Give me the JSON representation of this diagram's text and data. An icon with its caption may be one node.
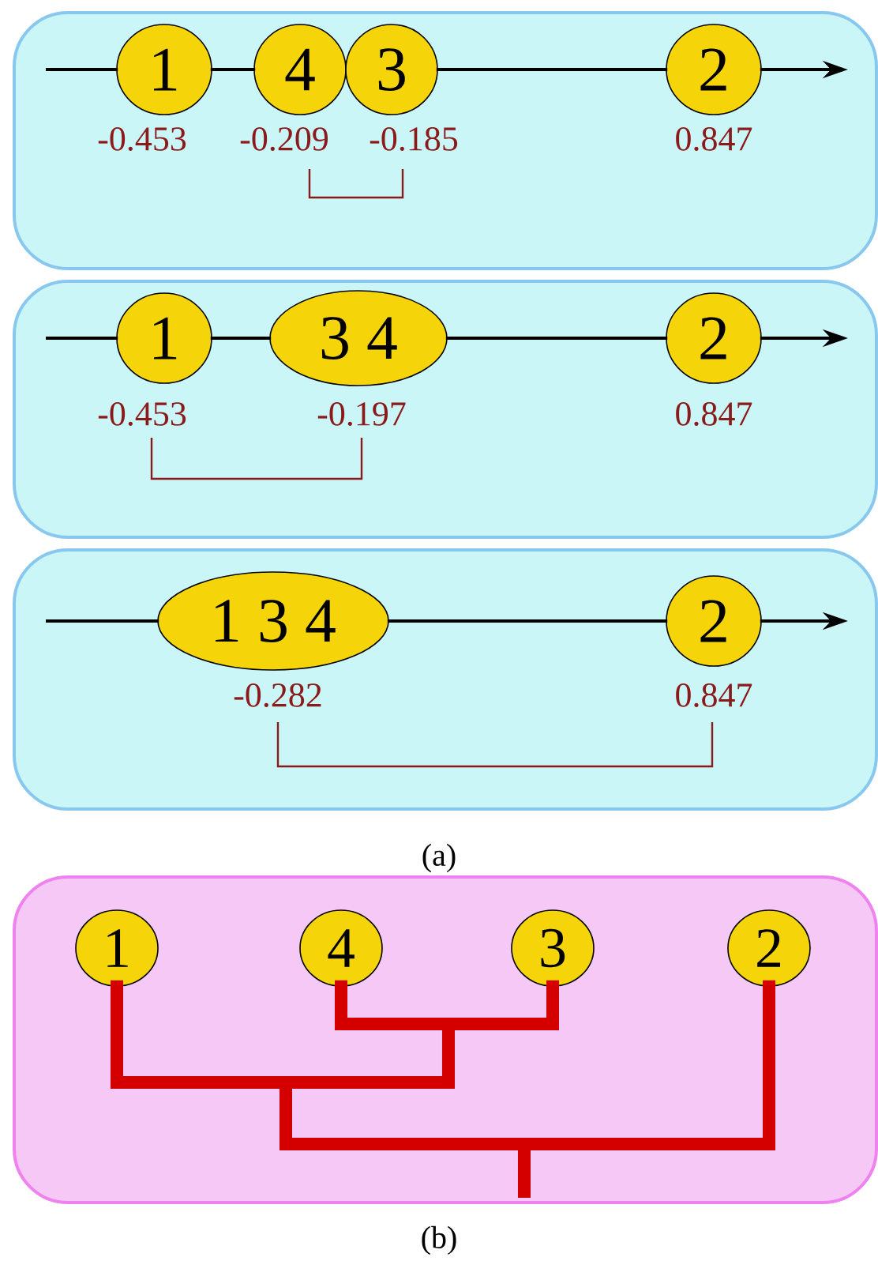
{
  "diagram": {
    "nodes": [
      {
        "text": [],
        "shape": "box"
      },
      {
        "text": [
          "1"
        ],
        "in": 0,
        "beside": [
          "-0.453"
        ]
      },
      {
        "text": [
          "4"
        ],
        "in": 0,
        "beside": [
          "-0.209"
        ]
      },
      {
        "text": [
          "3"
        ],
        "in": 0,
        "beside": [
          "-0.185"
        ]
      },
      {
        "text": [
          "2"
        ],
        "in": 0,
        "beside": [
          "0.847"
        ]
      },
      {
        "text": [],
        "shape": "box"
      },
      {
        "text": [
          "1"
        ],
        "in": 5,
        "beside": [
          "-0.453"
        ]
      },
      {
        "text": [
          "3 4"
        ],
        "in": 5,
        "beside": [
          "-0.197"
        ]
      },
      {
        "text": [
          "2"
        ],
        "in": 5,
        "beside": [
          "0.847"
        ]
      },
      {
        "text": [],
        "shape": "box"
      },
      {
        "text": [
          "1 3 4"
        ],
        "in": 9,
        "beside": [
          "-0.282"
        ]
      },
      {
        "text": [
          "2"
        ],
        "in": 9,
        "beside": [
          "0.847"
        ]
      },
      {
        "text": [],
        "shape": "box"
      },
      {
        "text": [
          "1"
        ],
        "in": 12
      },
      {
        "text": [
          "4"
        ],
        "in": 12
      },
      {
        "text": [
          "3"
        ],
        "in": 12
      },
      {
        "text": [
          "2"
        ],
        "in": 12
      }
    ],
    "edges": [
      {
        "from": null,
        "to": 1,
        "arrow": "none"
      },
      {
        "from": 1,
        "to": 2,
        "arrow": "none"
      },
      {
        "from": 3,
        "to": 4,
        "arrow": "none"
      },
      {
        "from": 4,
        "to": null,
        "arrow": "to"
      },
      {
        "from": null,
        "to": 6,
        "arrow": "none"
      },
      {
        "from": 6,
        "to": 7,
        "arrow": "none"
      },
      {
        "from": 7,
        "to": 8,
        "arrow": "none"
      },
      {
        "from": 8,
        "to": null,
        "arrow": "to"
      },
      {
        "from": null,
        "to": 10,
        "arrow": "none"
      },
      {
        "from": 10,
        "to": 11,
        "arrow": "none"
      },
      {
        "from": 11,
        "to": null,
        "arrow": "to"
      },
      {
        "from": 13,
        "to": null,
        "arrow": "none",
        "style": "thick",
        "color": "#d40000"
      },
      {
        "from": 14,
        "to": null,
        "arrow": "none",
        "style": "thick",
        "color": "#d40000"
      },
      {
        "from": 15,
        "to": null,
        "arrow": "none",
        "style": "thick",
        "color": "#d40000"
      },
      {
        "from": 16,
        "to": null,
        "arrow": "none",
        "style": "thick",
        "color": "#d40000"
      }
    ],
    "labels": [
      "(a)",
      "(b)"
    ]
  }
}
